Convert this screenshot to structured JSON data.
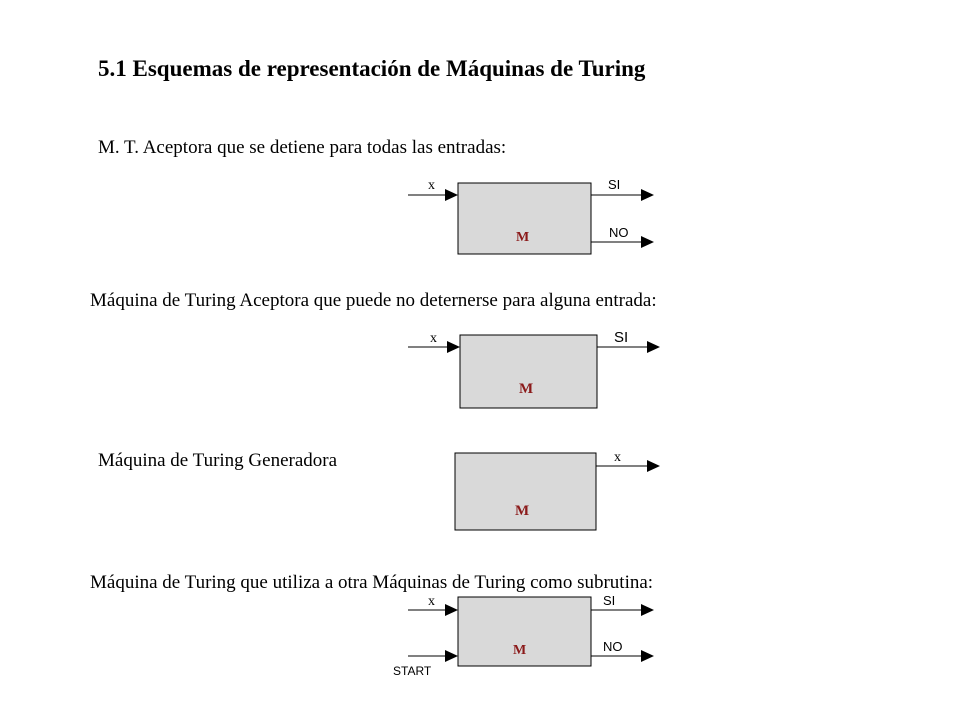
{
  "title": "5.1 Esquemas de representación de Máquinas de Turing",
  "sections": [
    {
      "caption": "M. T. Aceptora que se detiene para todas las entradas:",
      "machine": "M",
      "input": "x",
      "outputs": [
        "SI",
        "NO"
      ]
    },
    {
      "caption": "Máquina de Turing Aceptora que puede no deternerse para alguna entrada:",
      "machine": "M",
      "input": "x",
      "outputs": [
        "SI"
      ]
    },
    {
      "caption": "Máquina de Turing Generadora",
      "machine": "M",
      "outputs": [
        "x"
      ]
    },
    {
      "caption": "Máquina de Turing que utiliza a otra Máquinas de Turing como subrutina:",
      "machine": "M",
      "inputs": [
        "x",
        "START"
      ],
      "outputs": [
        "SI",
        "NO"
      ]
    }
  ],
  "colors": {
    "box_fill": "#d9d9d9",
    "machine_label": "#8b1a1a"
  }
}
